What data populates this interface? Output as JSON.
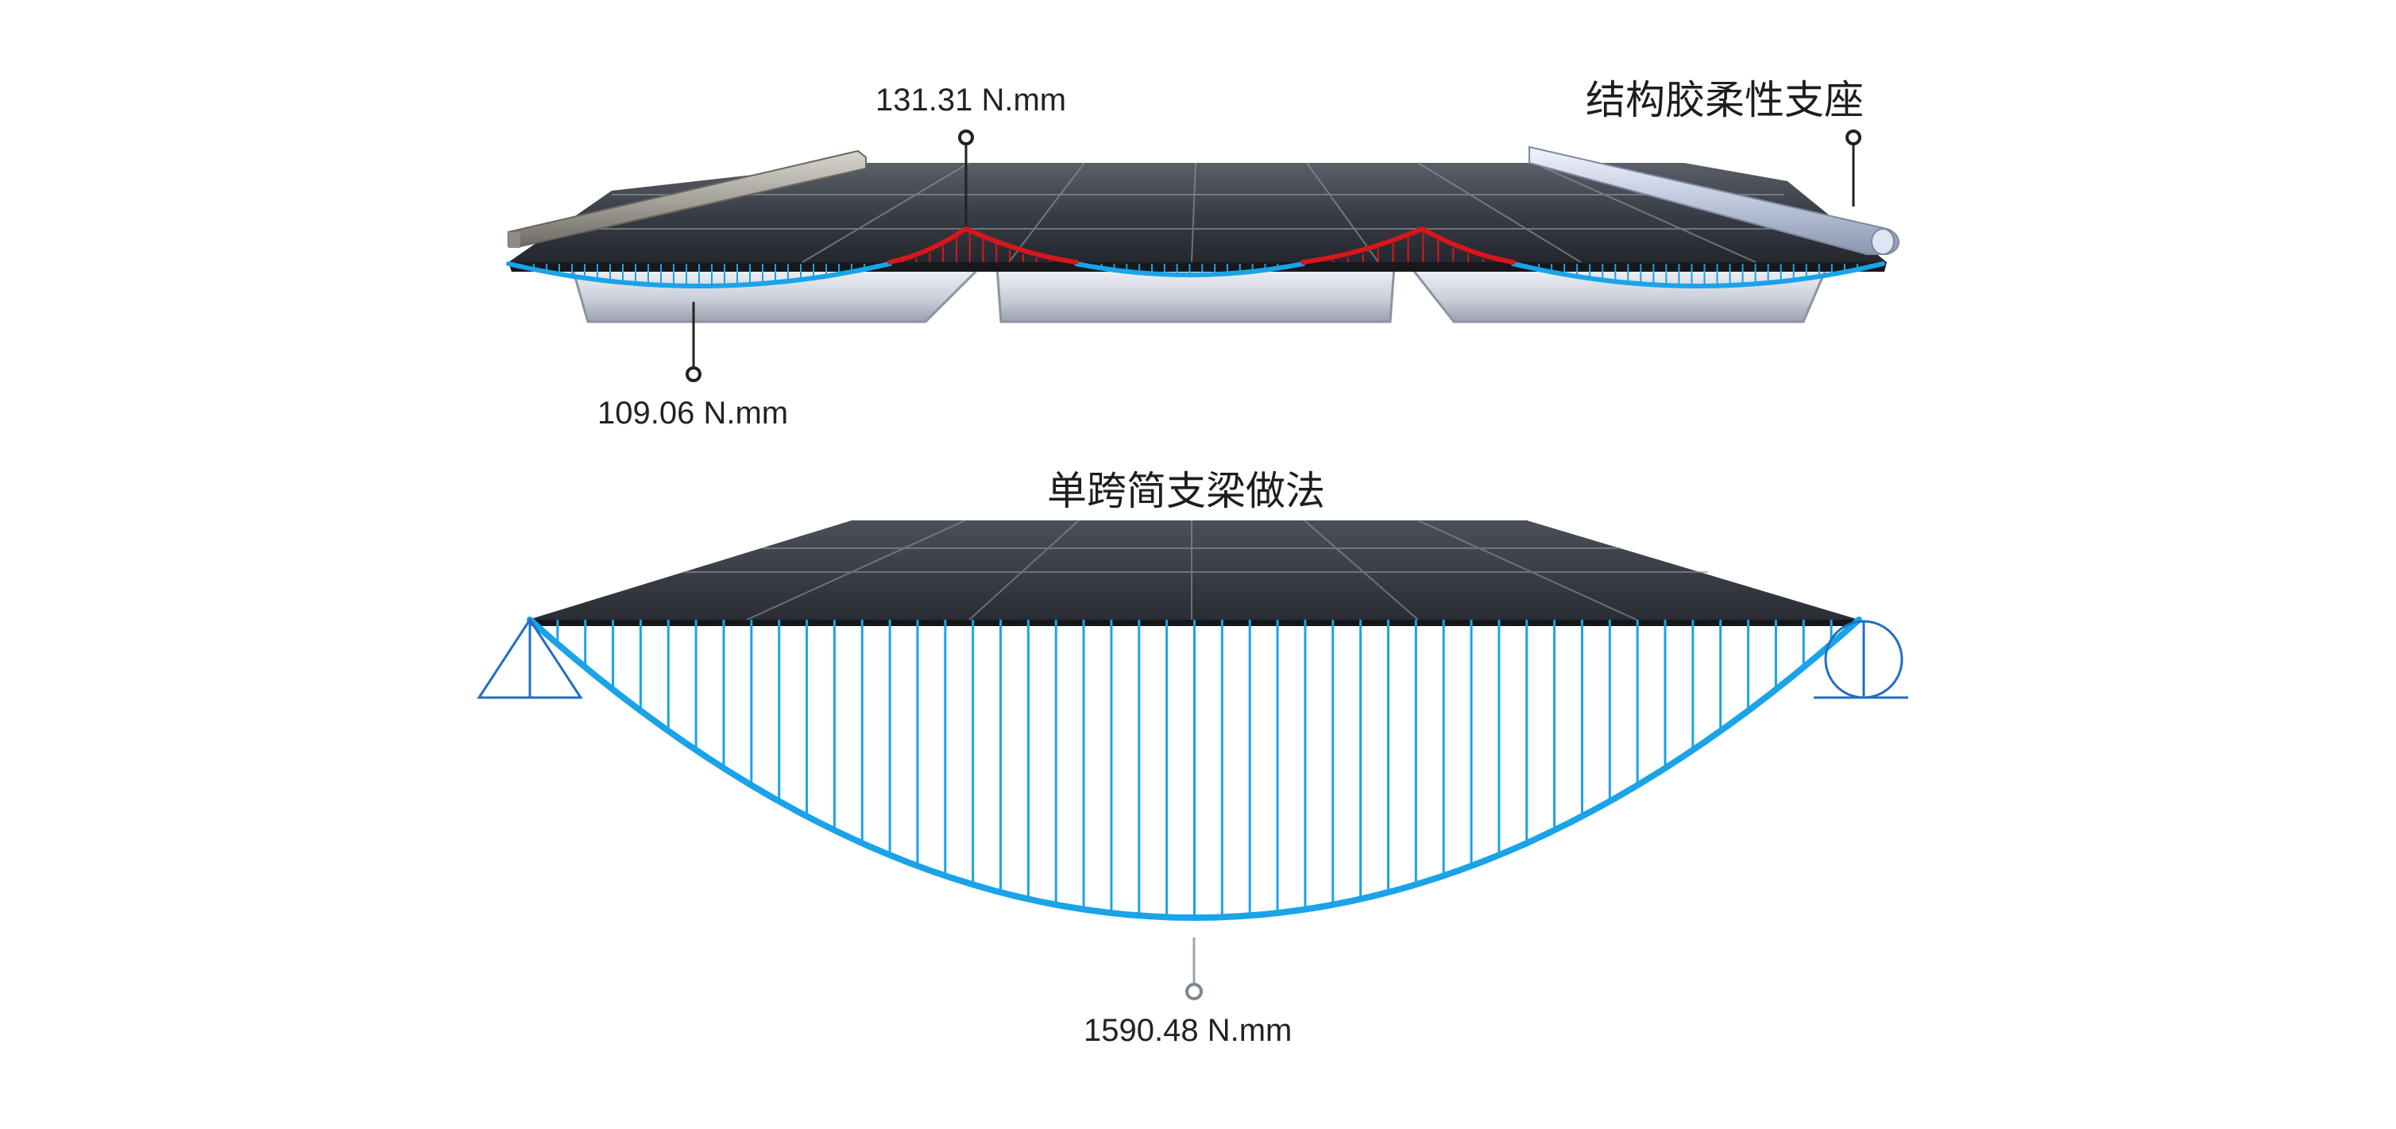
{
  "labels": {
    "top_peak": "131.31 N.mm",
    "top_span": "109.06 N.mm",
    "top_title": "结构胶柔性支座",
    "bottom_title": "单跨简支梁做法",
    "bottom_value": "1590.48 N.mm"
  },
  "colors": {
    "positive_moment": "#1aa3e8",
    "negative_moment": "#d8161c",
    "panel": "#33373e",
    "support_line": "#1f6fc4",
    "leader": "#222222"
  },
  "icons": {
    "pin_support": "triangle-support-icon",
    "roller_support": "roller-support-icon",
    "callout_marker": "circle-callout-icon"
  }
}
